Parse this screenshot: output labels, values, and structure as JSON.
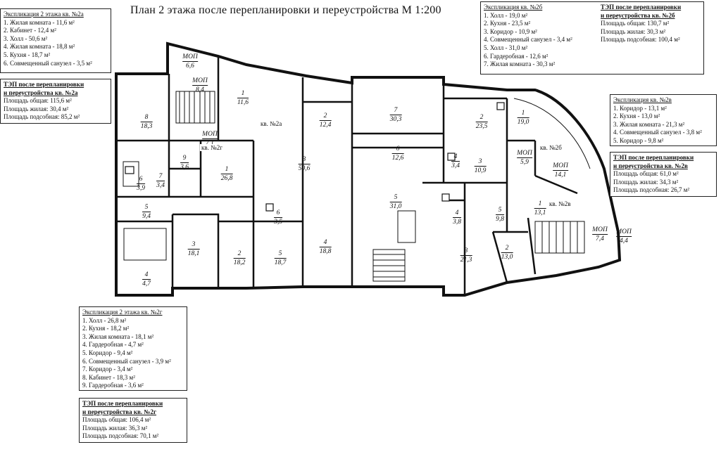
{
  "title": "План 2 этажа после перепланировки и переустройства М 1:200",
  "expl_2a": {
    "header": "Экспликация 2 этажа кв. №2а",
    "items": [
      "1. Жилая комната - 11,6 м²",
      "2. Кабинет - 12,4 м²",
      "3. Холл - 50,6 м²",
      "4. Жилая комната - 18,8 м²",
      "5. Кухня - 18,7 м²",
      "6. Совмещенный санузел - 3,5 м²"
    ]
  },
  "tep_2a": {
    "title1": "ТЭП после перепланировки",
    "title2": "и переустройства кв. №2а",
    "lines": [
      "Площадь общая: 115,6 м²",
      "Площадь жилая: 30,4 м²",
      "Площадь подсобная: 85,2 м²"
    ]
  },
  "expl_2b": {
    "header": "Экспликация кв. №2б",
    "items": [
      "1. Холл - 19,0 м²",
      "2. Кухня - 23,5 м²",
      "3. Коридор - 10,9 м²",
      "4. Совмещенный санузел - 3,4 м²",
      "5. Холл - 31,0 м²",
      "6. Гардеробная - 12,6 м²",
      "7. Жилая комната - 30,3 м²"
    ]
  },
  "tep_2b": {
    "title1": "ТЭП после перепланировки",
    "title2": "и переустройства кв. №2б",
    "lines": [
      "Площадь общая: 130,7 м²",
      "Площадь жилая: 30,3 м²",
      "Площадь подсобная: 100,4 м²"
    ]
  },
  "expl_2v": {
    "header": "Экспликация кв. №2в",
    "items": [
      "1. Коридор - 13,1 м²",
      "2. Кухня - 13,0 м²",
      "3. Жилая комната - 21,3 м²",
      "4. Совмещенный санузел - 3,8 м²",
      "5. Коридор - 9,8 м²"
    ]
  },
  "tep_2v": {
    "title1": "ТЭП после перепланировки",
    "title2": "и переустройства кв. №2в",
    "lines": [
      "Площадь общая: 61,0 м²",
      "Площадь жилая: 34,3 м²",
      "Площадь подсобная: 26,7 м²"
    ]
  },
  "expl_2g": {
    "header": "Экспликация 2 этажа кв. №2г",
    "items": [
      "1. Холл - 26,8 м²",
      "2. Кухня - 18,2 м²",
      "3. Жилая комната - 18,1 м²",
      "4. Гардеробная - 4,7 м²",
      "5. Коридор - 9,4 м²",
      "6. Совмещенный санузел - 3,9 м²",
      "7. Коридор - 3,4 м²",
      "8. Кабинет - 18,3 м²",
      "9. Гардеробная - 3,6 м²"
    ]
  },
  "tep_2g": {
    "title1": "ТЭП после перепланировки",
    "title2": "и переустройства кв. №2г",
    "lines": [
      "Площадь общая: 106,4 м²",
      "Площадь жилая: 36,3 м²",
      "Площадь подсобная: 70,1 м²"
    ]
  },
  "apt_labels": {
    "a": "кв. №2а",
    "b": "кв. №2б",
    "v": "кв. №2в",
    "g": "кв. №2г"
  },
  "rooms": [
    {
      "id": "mop1",
      "n": "МОП",
      "a": "6,6"
    },
    {
      "id": "mop2",
      "n": "МОП",
      "a": "8,4"
    },
    {
      "id": "mop3",
      "n": "МОП",
      "a": "7,1"
    },
    {
      "id": "a1",
      "n": "1",
      "a": "11,6"
    },
    {
      "id": "a2",
      "n": "2",
      "a": "12,4"
    },
    {
      "id": "a3",
      "n": "3",
      "a": "50,6"
    },
    {
      "id": "a4",
      "n": "4",
      "a": "18,8"
    },
    {
      "id": "a5",
      "n": "5",
      "a": "18,7"
    },
    {
      "id": "a6",
      "n": "6",
      "a": "3,5"
    },
    {
      "id": "g1",
      "n": "1",
      "a": "26,8"
    },
    {
      "id": "g2",
      "n": "2",
      "a": "18,2"
    },
    {
      "id": "g3",
      "n": "3",
      "a": "18,1"
    },
    {
      "id": "g4",
      "n": "4",
      "a": "4,7"
    },
    {
      "id": "g5",
      "n": "5",
      "a": "9,4"
    },
    {
      "id": "g6",
      "n": "6",
      "a": "3,9"
    },
    {
      "id": "g7",
      "n": "7",
      "a": "3,4"
    },
    {
      "id": "g8",
      "n": "8",
      "a": "18,3"
    },
    {
      "id": "g9",
      "n": "9",
      "a": "3,6"
    },
    {
      "id": "b1",
      "n": "1",
      "a": "19,0"
    },
    {
      "id": "b2",
      "n": "2",
      "a": "23,5"
    },
    {
      "id": "b3",
      "n": "3",
      "a": "10,9"
    },
    {
      "id": "b4",
      "n": "4",
      "a": "3,4"
    },
    {
      "id": "b5",
      "n": "5",
      "a": "31,0"
    },
    {
      "id": "b6",
      "n": "6",
      "a": "12,6"
    },
    {
      "id": "b7",
      "n": "7",
      "a": "30,3"
    },
    {
      "id": "v1",
      "n": "1",
      "a": "13,1"
    },
    {
      "id": "v2",
      "n": "2",
      "a": "13,0"
    },
    {
      "id": "v3",
      "n": "3",
      "a": "21,3"
    },
    {
      "id": "v4",
      "n": "4",
      "a": "3,8"
    },
    {
      "id": "v5",
      "n": "5",
      "a": "9,8"
    },
    {
      "id": "mop4",
      "n": "МОП",
      "a": "5,9"
    },
    {
      "id": "mop5",
      "n": "МОП",
      "a": "14,1"
    },
    {
      "id": "mop6",
      "n": "МОП",
      "a": "7,4"
    },
    {
      "id": "mop7",
      "n": "МОП",
      "a": "4,4"
    }
  ]
}
